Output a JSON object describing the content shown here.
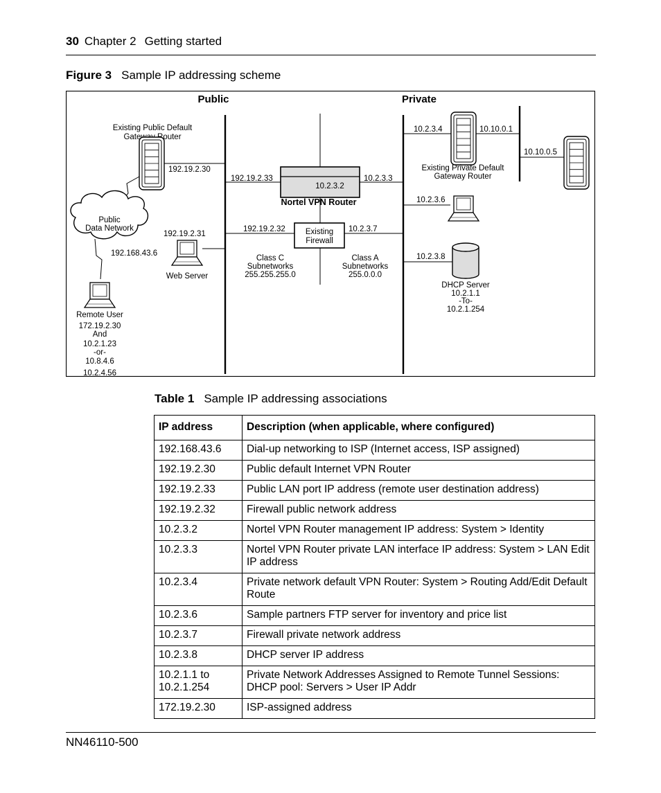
{
  "header": {
    "page_number": "30",
    "chapter": "Chapter 2",
    "section": "Getting started"
  },
  "figure": {
    "label": "Figure 3",
    "title": "Sample IP addressing scheme",
    "diagram": {
      "public_label": "Public",
      "private_label": "Private",
      "public_gateway_label": [
        "Existing Public Default",
        "Gateway Router"
      ],
      "ip_192_19_2_30": "192.19.2.30",
      "ip_192_19_2_33": "192.19.2.33",
      "ip_10_2_3_2": "10.2.3.2",
      "ip_10_2_3_3": "10.2.3.3",
      "vpn_router_label": "Nortel VPN Router",
      "ip_192_19_2_32": "192.19.2.32",
      "firewall_label": [
        "Existing",
        "Firewall"
      ],
      "ip_10_2_3_7": "10.2.3.7",
      "ip_192_19_2_31": "192.19.2.31",
      "web_server_label": "Web Server",
      "class_c_label": [
        "Class C",
        "Subnetworks",
        "255.255.255.0"
      ],
      "class_a_label": [
        "Class A",
        "Subnetworks",
        "255.0.0.0"
      ],
      "cloud_label": [
        "Public",
        "Data Network"
      ],
      "ip_192_168_43_6": "192.168.43.6",
      "remote_user_label": [
        "Remote User",
        "172.19.2.30",
        "And",
        "10.2.1.23",
        "-or-",
        "10.8.4.6",
        "10.2.4.56"
      ],
      "ip_10_2_3_4": "10.2.3.4",
      "ip_10_10_0_1": "10.10.0.1",
      "ip_10_10_0_5": "10.10.0.5",
      "private_gateway_label": [
        "Existing Private Default",
        "Gateway Router"
      ],
      "ip_10_2_3_6": "10.2.3.6",
      "ip_10_2_3_8": "10.2.3.8",
      "dhcp_label": [
        "DHCP Server",
        "10.2.1.1",
        "-To-",
        "10.2.1.254"
      ],
      "icons": [
        "router-icon",
        "laptop-icon",
        "cloud-icon",
        "database-icon",
        "firewall-box"
      ]
    }
  },
  "table": {
    "label": "Table 1",
    "title": "Sample IP addressing associations",
    "headers": [
      "IP address",
      "Description (when applicable, where configured)"
    ],
    "rows": [
      [
        "192.168.43.6",
        "Dial-up networking to ISP (Internet access, ISP assigned)"
      ],
      [
        "192.19.2.30",
        "Public default Internet VPN Router"
      ],
      [
        "192.19.2.33",
        "Public LAN port IP address (remote user destination address)"
      ],
      [
        "192.19.2.32",
        "Firewall public network address"
      ],
      [
        "10.2.3.2",
        "Nortel VPN Router management IP address: System > Identity"
      ],
      [
        "10.2.3.3",
        "Nortel VPN Router private LAN interface IP address: System > LAN Edit IP address"
      ],
      [
        "10.2.3.4",
        "Private network default VPN Router: System > Routing Add/Edit Default Route"
      ],
      [
        "10.2.3.6",
        "Sample partners FTP server for inventory and price list"
      ],
      [
        "10.2.3.7",
        "Firewall private network address"
      ],
      [
        "10.2.3.8",
        "DHCP server IP address"
      ],
      [
        "10.2.1.1 to 10.2.1.254",
        "Private Network Addresses Assigned to Remote Tunnel Sessions: DHCP pool: Servers > User IP Addr"
      ],
      [
        "172.19.2.30",
        "ISP-assigned address"
      ]
    ]
  },
  "footer": {
    "doc_id": "NN46110-500"
  }
}
